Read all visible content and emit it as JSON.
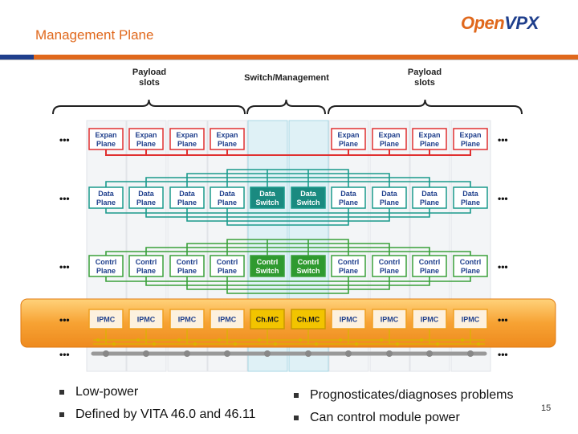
{
  "slide": {
    "title": "Management Plane",
    "page_number": "15",
    "logo": {
      "open": "Open",
      "vpx": "VPX"
    }
  },
  "diagram": {
    "groups": {
      "left": "Payload\nslots",
      "middle": "Switch/Management",
      "right": "Payload\nslots"
    },
    "rows": [
      {
        "cells": [
          "Expan\nPlane",
          "Expan\nPlane",
          "Expan\nPlane",
          "Expan\nPlane",
          "",
          "",
          "Expan\nPlane",
          "Expan\nPlane",
          "Expan\nPlane",
          "Expan\nPlane"
        ]
      },
      {
        "cells": [
          "Data\nPlane",
          "Data\nPlane",
          "Data\nPlane",
          "Data\nPlane",
          "Data\nSwitch",
          "Data\nSwitch",
          "Data\nPlane",
          "Data\nPlane",
          "Data\nPlane",
          "Data\nPlane"
        ]
      },
      {
        "cells": [
          "Contrl\nPlane",
          "Contrl\nPlane",
          "Contrl\nPlane",
          "Contrl\nPlane",
          "Contrl\nSwitch",
          "Contrl\nSwitch",
          "Contrl\nPlane",
          "Contrl\nPlane",
          "Contrl\nPlane",
          "Contrl\nPlane"
        ]
      },
      {
        "cells": [
          "IPMC",
          "IPMC",
          "IPMC",
          "IPMC",
          "Ch.MC",
          "Ch.MC",
          "IPMC",
          "IPMC",
          "IPMC",
          "IPMC"
        ]
      }
    ],
    "ellipsis": "•••",
    "colors": {
      "expan": "#e03030",
      "data": "#1a9a8c",
      "contrl": "#3aa03a",
      "mgmt": "#f0a020",
      "switch_data": "#1a8a80",
      "switch_contrl": "#2f9a2f",
      "chmc": "#f2c400",
      "plane_text": "#1f3f8c"
    }
  },
  "bullets": {
    "left": [
      "Low-power",
      "Defined by VITA 46.0 and 46.11"
    ],
    "right": [
      "Prognosticates/diagnoses problems",
      "Can control module power"
    ]
  }
}
